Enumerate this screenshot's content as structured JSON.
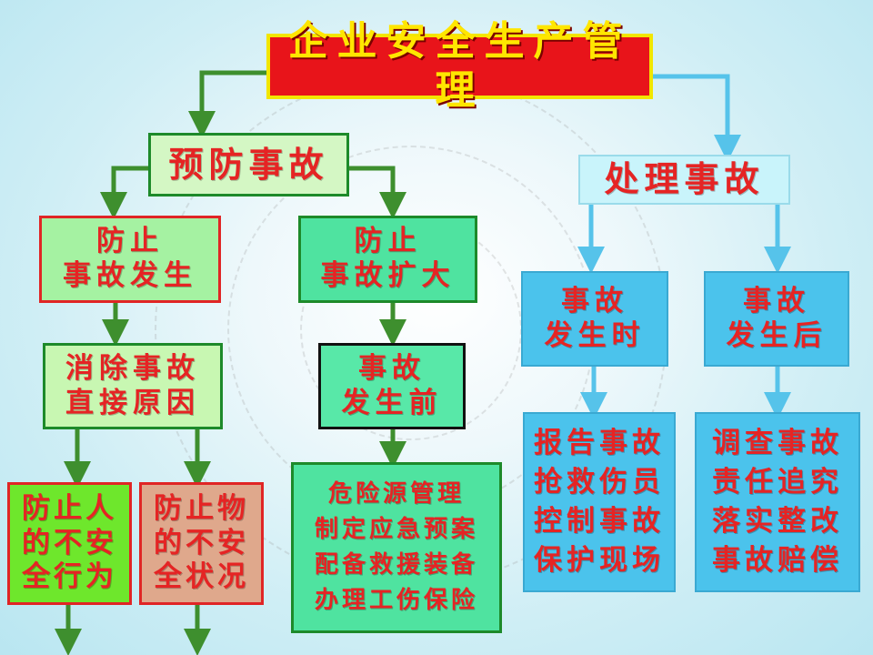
{
  "colors": {
    "red_text": "#e52424",
    "green_arrow": "#3e8f2e",
    "blue_arrow": "#56c3ea",
    "title_bg": "#e8141a",
    "title_text": "#ffe600",
    "title_border": "#f2e600",
    "green_border": "#1d8a2a",
    "green_fill": "#d4f7c4",
    "teal_fill": "#4fe3a0",
    "red_border": "#e02525",
    "blue_fill": "#4bc3ec",
    "cyan_fill": "#c9f4fb"
  },
  "title": "企业安全生产管理",
  "prevent": {
    "label": "预防事故",
    "left": {
      "label": "防止\n事故发生",
      "child": {
        "label": "消除事故\n直接原因",
        "people": "防止人\n的不安\n全行为",
        "objects": "防止物\n的不安\n全状况"
      }
    },
    "right": {
      "label": "防止\n事故扩大",
      "child": {
        "label": "事故\n发生前",
        "measures": "危险源管理\n制定应急预案\n配备救援装备\n办理工伤保险"
      }
    }
  },
  "handle": {
    "label": "处理事故",
    "during": {
      "label": "事故\n发生时",
      "actions": "报告事故\n抢救伤员\n控制事故\n保护现场"
    },
    "after": {
      "label": "事故\n发生后",
      "actions": "调查事故\n责任追究\n落实整改\n事故赔偿"
    }
  }
}
